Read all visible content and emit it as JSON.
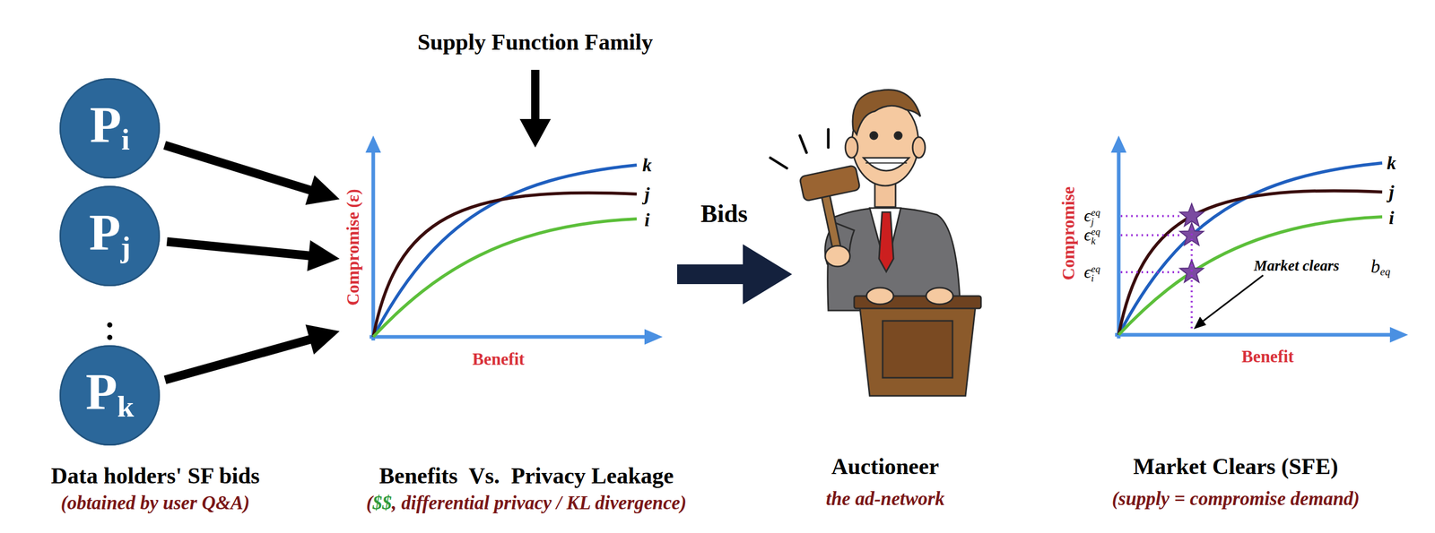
{
  "diagram": {
    "nodes": [
      {
        "text": [
          "Pi"
        ]
      },
      {
        "text": [
          "Pj"
        ]
      },
      {
        "text": [
          "Pk"
        ]
      },
      {
        "text": [
          "Compromise (ε)",
          "Benefit",
          "k",
          "j",
          "i"
        ]
      },
      {
        "text": [
          "Auctioneer",
          "the ad-network"
        ]
      },
      {
        "text": [
          "Compromise",
          "Benefit",
          "k",
          "j",
          "i",
          "ϵjeq",
          "ϵkeq",
          "ϵieq",
          "Market clears",
          "beq"
        ]
      }
    ],
    "edges": [
      {
        "from": 0,
        "to": 3,
        "arrow": "to"
      },
      {
        "from": 1,
        "to": 3,
        "arrow": "to"
      },
      {
        "from": 2,
        "to": 3,
        "arrow": "to"
      },
      {
        "from": 3,
        "to": 4,
        "label": "Bids",
        "arrow": "to"
      }
    ],
    "labels": [
      "Supply Function Family",
      "Data holders' SF bids",
      "(obtained by user Q&A)",
      "Benefits  Vs.  Privacy Leakage",
      "($$, differential privacy / KL divergence)",
      "Market Clears (SFE)",
      "(supply = compromise demand)"
    ]
  }
}
